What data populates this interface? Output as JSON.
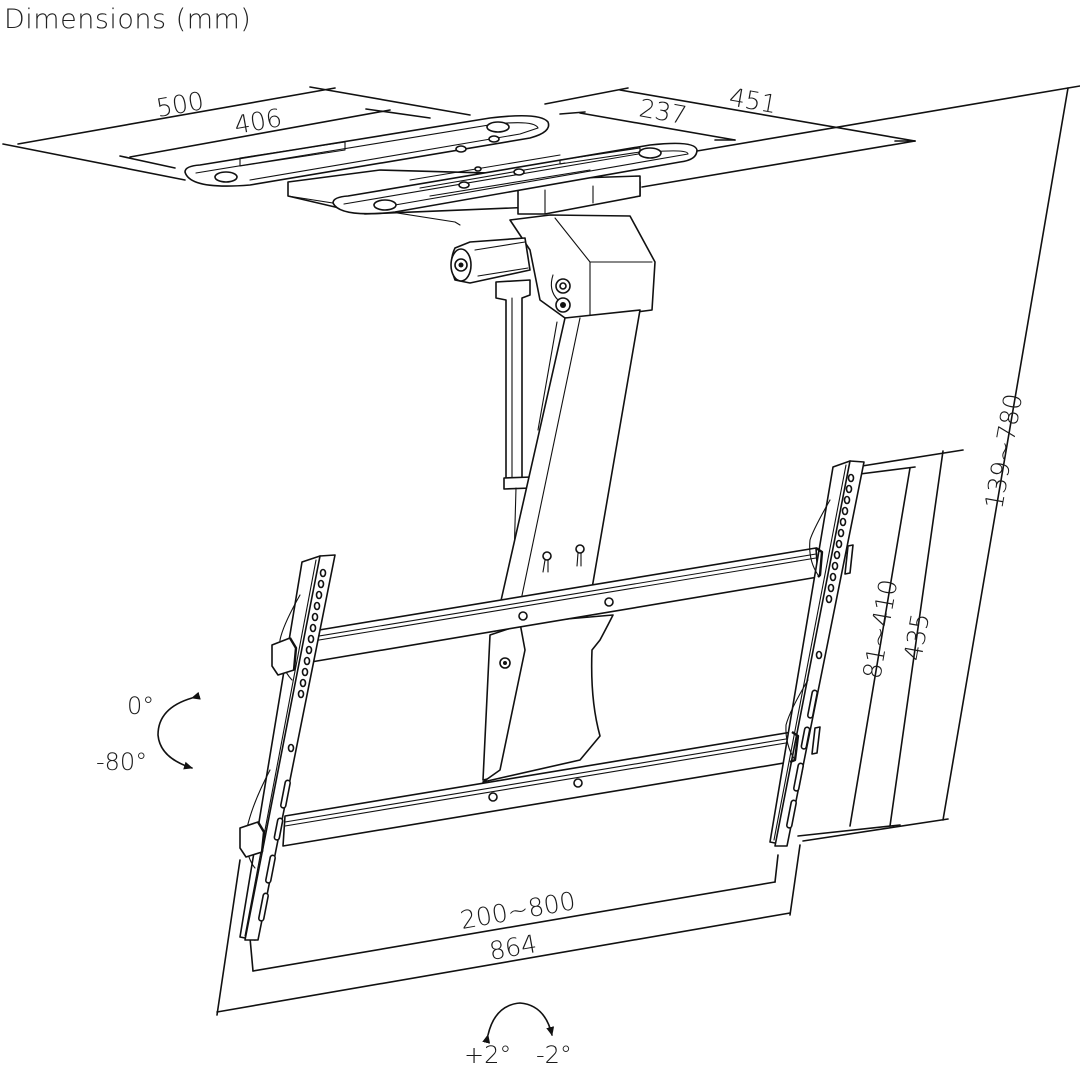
{
  "header": {
    "title": "Dimensions (mm)"
  },
  "product": {
    "type": "motorized ceiling TV mount",
    "units": "mm"
  },
  "dimensions": {
    "ceiling_plate_width_outer": "500",
    "ceiling_plate_width_inner": "406",
    "ceiling_plate_depth_outer": "451",
    "ceiling_plate_depth_inner": "237",
    "drop_height_range": "139~780",
    "bracket_vertical_range": "81~410",
    "bracket_height": "435",
    "vesa_horizontal_range": "200~800",
    "frame_width": "864"
  },
  "angles": {
    "tilt_top": "0°",
    "tilt_bottom": "-80°",
    "swivel_left": "+2°",
    "swivel_right": "-2°"
  },
  "colors": {
    "line": "#111111",
    "background": "#ffffff",
    "text": "#1a1a1a"
  }
}
